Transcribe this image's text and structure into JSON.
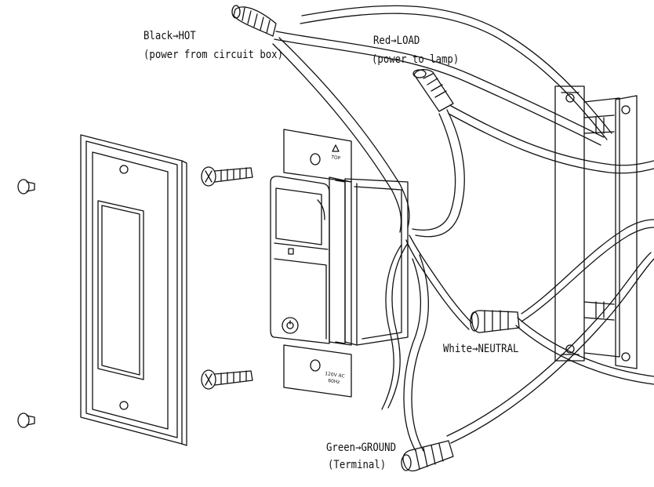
{
  "colors": {
    "ink": "#111111",
    "paper": "#ffffff"
  },
  "labels": {
    "black_hot": "Black→HOT",
    "black_hot_note": "(power from circuit box)",
    "red_load": "Red→LOAD",
    "red_load_note": "(power to lamp)",
    "white_neutral": "White→NEUTRAL",
    "green_ground": "Green→GROUND",
    "green_ground_note": "(Terminal)"
  },
  "device_marks": {
    "top_mark": "TOP",
    "rating_line1": "120V AC",
    "rating_line2": "60Hz"
  }
}
